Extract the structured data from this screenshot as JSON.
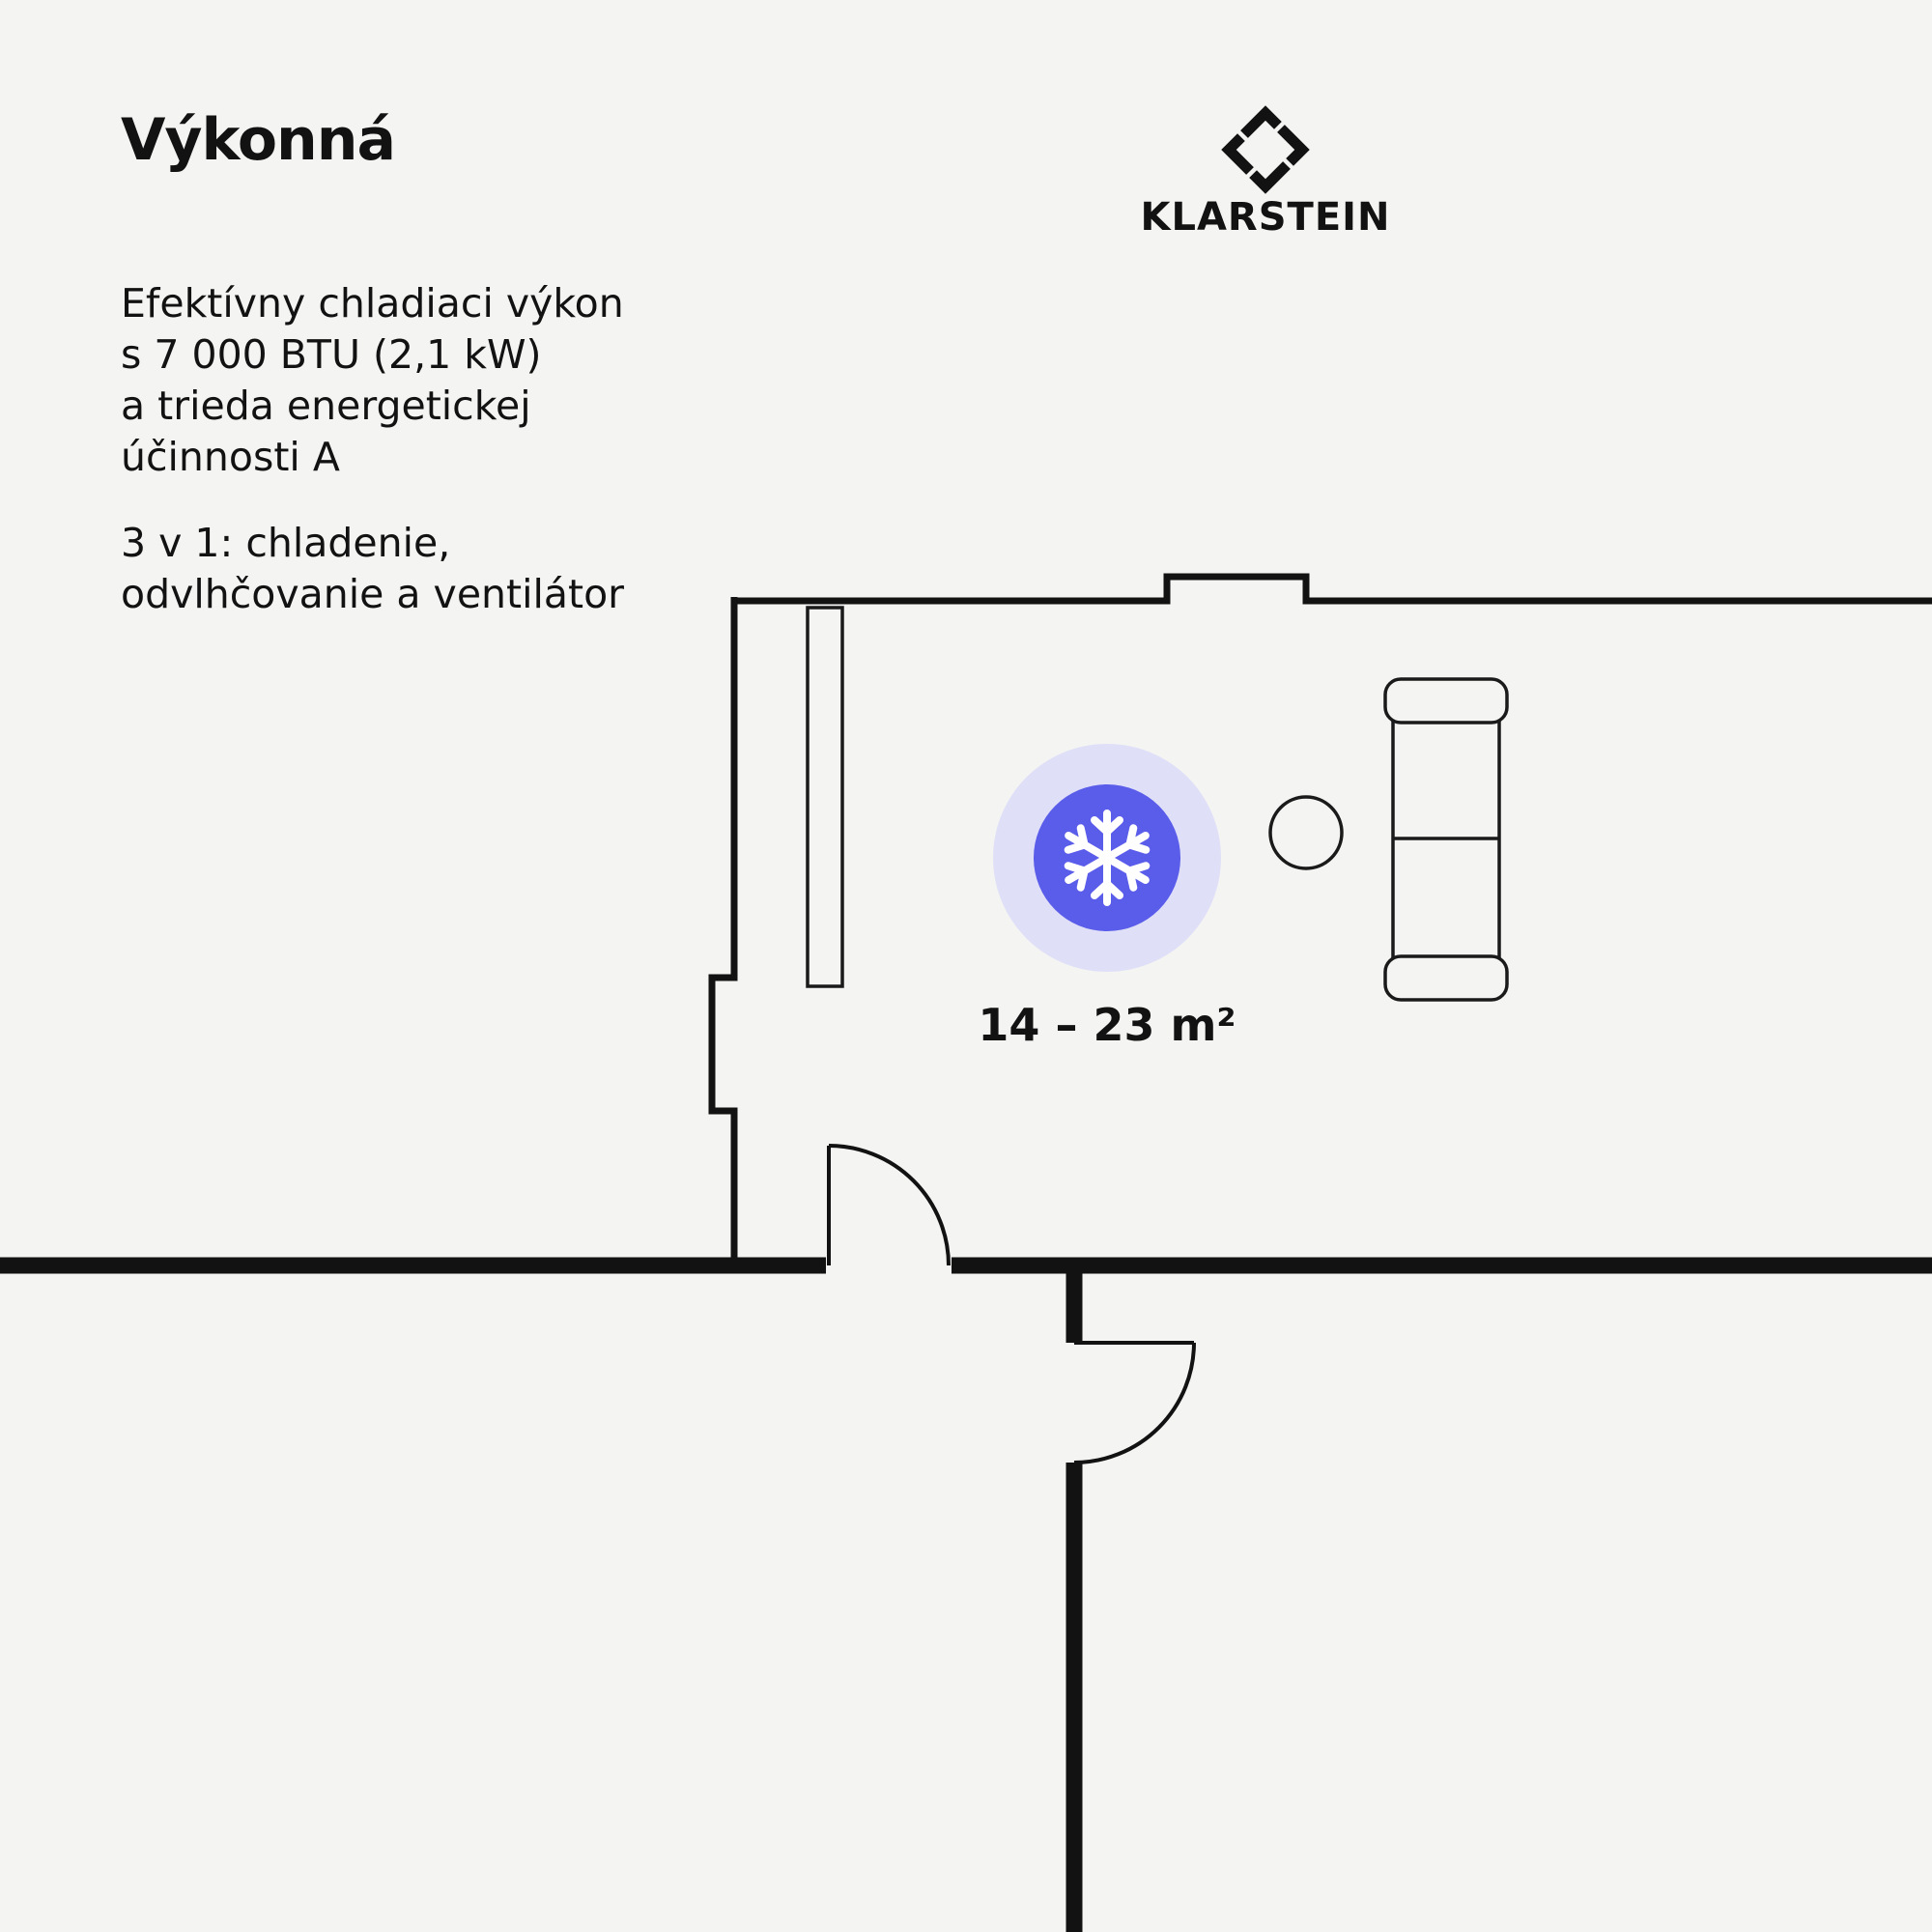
{
  "colors": {
    "background": "#f4f4f2",
    "ink": "#121212",
    "accent": "#5a5cea",
    "accent_light": "#dfe0f8",
    "snowflake": "#ffffff"
  },
  "header": {
    "title": "Výkonná"
  },
  "brand": {
    "name": "KLARSTEIN",
    "logo_icon": "klarstein-diamond-icon"
  },
  "description": {
    "paragraph1": "Efektívny chladiaci výkon\ns 7 000 BTU (2,1 kW)\na trieda energetickej\núčinnosti A",
    "paragraph2": "3 v 1: chladenie,\nodvlhčovanie a ventilátor"
  },
  "floor_plan": {
    "area_label": "14 – 23 m²",
    "center_icon": "snowflake-icon"
  }
}
